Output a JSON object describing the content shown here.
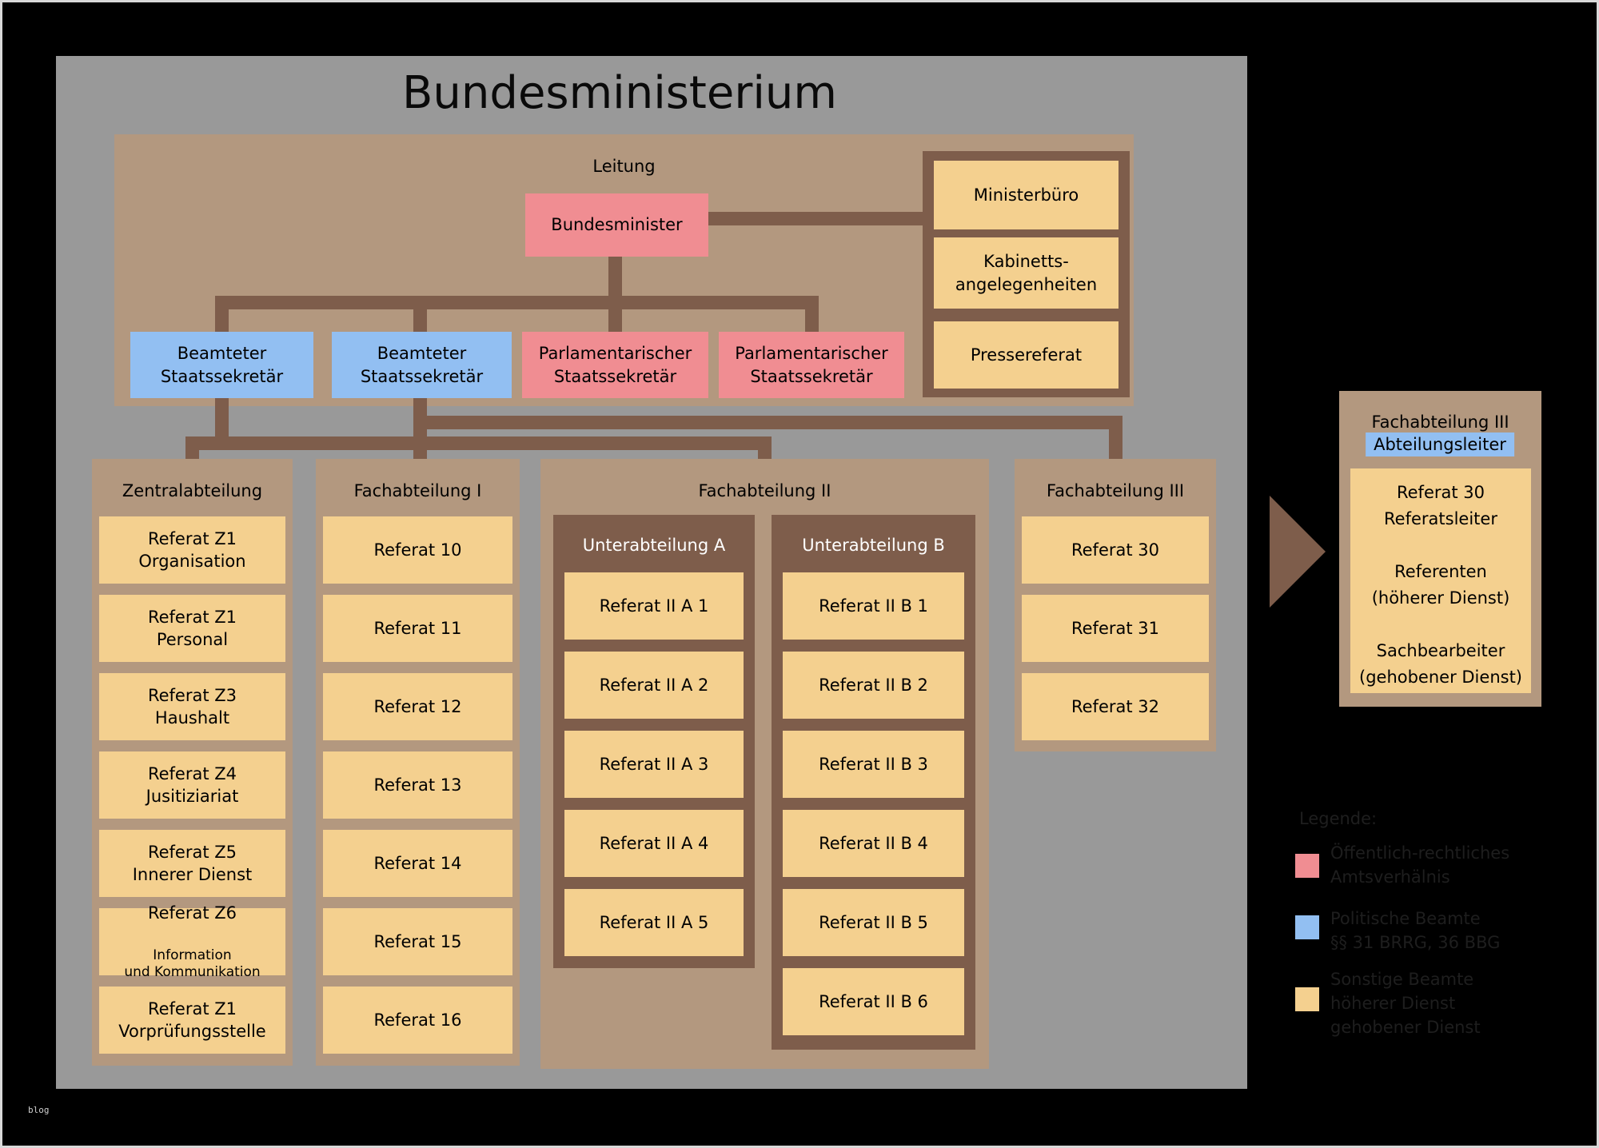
{
  "title": "Bundesministerium",
  "watermark": "blog",
  "colors": {
    "background": "#000000",
    "panel_gray": "#999999",
    "panel_tan": "#b3987f",
    "line_brown": "#7e5d4b",
    "box_tan": "#f4d08f",
    "box_pink": "#f08d92",
    "box_blue": "#92bff2",
    "legend_text": "#1e1e1e"
  },
  "leitung": {
    "label": "Leitung",
    "minister": "Bundesminister",
    "staff": [
      "Ministerbüro",
      "Kabinetts-\nangelegenheiten",
      "Pressereferat"
    ],
    "secretaries": [
      "Beamteter\nStaatssekretär",
      "Beamteter\nStaatssekretär",
      "Parlamentarischer\nStaatssekretär",
      "Parlamentarischer\nStaatssekretär"
    ]
  },
  "zentralabteilung": {
    "label": "Zentralabteilung",
    "boxes": [
      "Referat Z1\nOrganisation",
      "Referat Z1\nPersonal",
      "Referat Z3\nHaushalt",
      "Referat Z4\nJusitiziariat",
      "Referat Z5\nInnerer Dienst",
      "Referat Z6",
      "Referat Z1\nVorprüfungsstelle"
    ],
    "box6_sub": "Information\nund Kommunikation"
  },
  "fachabteilung1": {
    "label": "Fachabteilung I",
    "boxes": [
      "Referat 10",
      "Referat 11",
      "Referat 12",
      "Referat 13",
      "Referat 14",
      "Referat 15",
      "Referat 16"
    ]
  },
  "fachabteilung2": {
    "label": "Fachabteilung II",
    "unterabteilung_a": {
      "label": "Unterabteilung A",
      "boxes": [
        "Referat II A 1",
        "Referat II A 2",
        "Referat II A 3",
        "Referat II A 4",
        "Referat II A 5"
      ]
    },
    "unterabteilung_b": {
      "label": "Unterabteilung B",
      "boxes": [
        "Referat II B 1",
        "Referat II B 2",
        "Referat II B 3",
        "Referat II B 4",
        "Referat II B 5",
        "Referat II B 6"
      ]
    }
  },
  "fachabteilung3": {
    "label": "Fachabteilung III",
    "boxes": [
      "Referat 30",
      "Referat 31",
      "Referat 32"
    ]
  },
  "detail": {
    "title": "Fachabteilung III",
    "highlight": "Abteilungsleiter",
    "body": "Referat 30\nReferatsleiter\n\nReferenten\n(höherer Dienst)\n\nSachbearbeiter\n(gehobener Dienst)"
  },
  "legend": {
    "title": "Legende:",
    "items": [
      {
        "swatch": "pink",
        "text": "Öffentlich-rechtliches\nAmtsverhälnis"
      },
      {
        "swatch": "blue",
        "text": "Politische Beamte\n§§ 31 BRRG, 36 BBG"
      },
      {
        "swatch": "tan",
        "text": "Sonstige Beamte\nhöherer Dienst\ngehobener Dienst"
      }
    ]
  }
}
